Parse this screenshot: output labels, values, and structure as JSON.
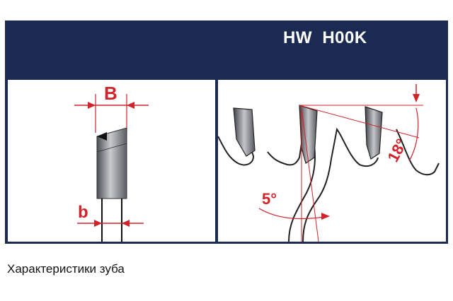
{
  "header": {
    "title": "HW  H00K"
  },
  "left_diagram": {
    "label_top": "B",
    "label_bottom": "b"
  },
  "right_diagram": {
    "angle_clearance": "5°",
    "angle_hook": "18°"
  },
  "caption": "Характеристики зуба",
  "colors": {
    "navy": "#1b2a52",
    "red": "#d2232a",
    "steel": "#6f7278"
  }
}
